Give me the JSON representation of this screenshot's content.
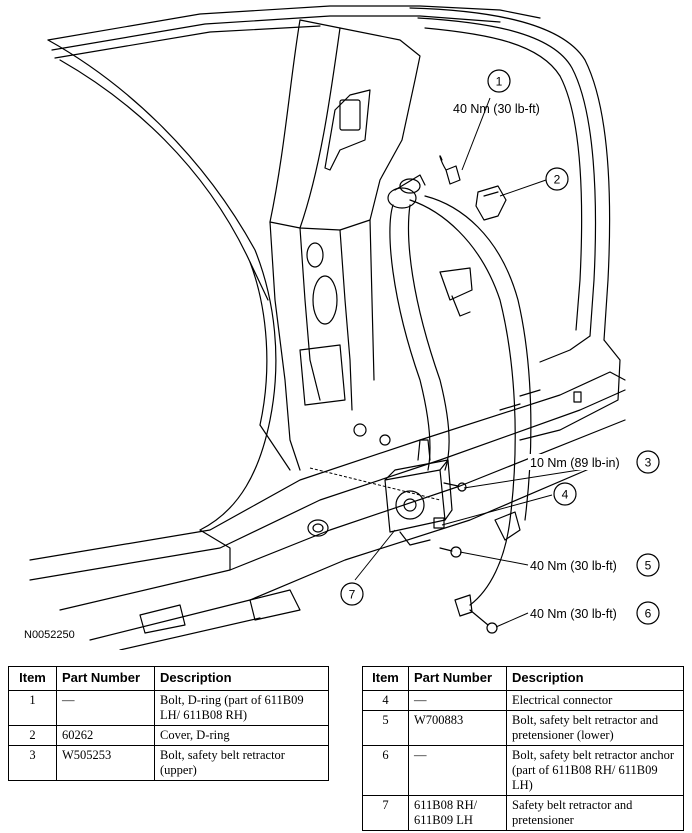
{
  "figure_id": "N0052250",
  "callouts": [
    {
      "num": "1",
      "torque": "40 Nm (30 lb-ft)"
    },
    {
      "num": "2",
      "torque": ""
    },
    {
      "num": "3",
      "torque": "10 Nm (89 lb-in)"
    },
    {
      "num": "4",
      "torque": ""
    },
    {
      "num": "5",
      "torque": "40 Nm (30 lb-ft)"
    },
    {
      "num": "6",
      "torque": "40 Nm (30 lb-ft)"
    },
    {
      "num": "7",
      "torque": ""
    }
  ],
  "table": {
    "headers": {
      "item": "Item",
      "part_number": "Part Number",
      "description": "Description"
    },
    "left_rows": [
      {
        "item": "1",
        "part": "—",
        "desc": "Bolt, D-ring (part of 611B09 LH/ 611B08 RH)"
      },
      {
        "item": "2",
        "part": "60262",
        "desc": "Cover, D-ring"
      },
      {
        "item": "3",
        "part": "W505253",
        "desc": "Bolt, safety belt retractor (upper)"
      }
    ],
    "right_rows": [
      {
        "item": "4",
        "part": "—",
        "desc": "Electrical connector"
      },
      {
        "item": "5",
        "part": "W700883",
        "desc": "Bolt, safety belt retractor and pretensioner (lower)"
      },
      {
        "item": "6",
        "part": "—",
        "desc": "Bolt, safety belt retractor anchor (part of 611B08 RH/ 611B09 LH)"
      },
      {
        "item": "7",
        "part": "611B08 RH/ 611B09 LH",
        "desc": "Safety belt retractor and pretensioner"
      }
    ]
  },
  "colors": {
    "line": "#000000",
    "background": "#ffffff"
  }
}
